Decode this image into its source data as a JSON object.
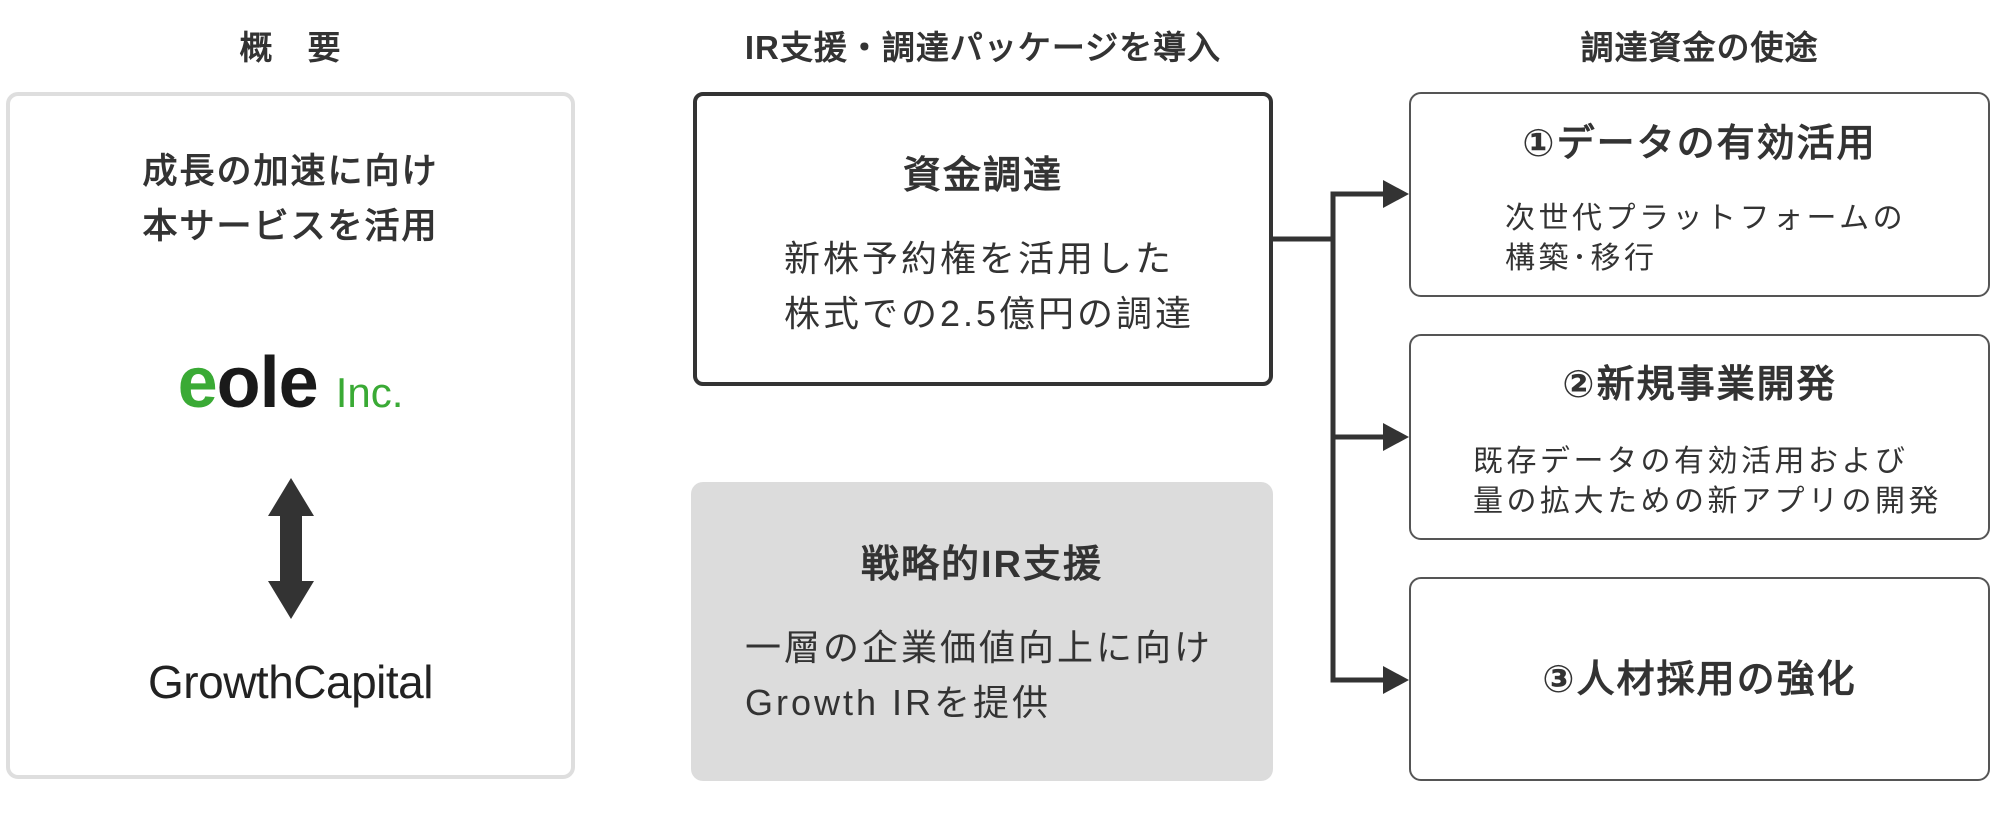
{
  "colors": {
    "text": "#333333",
    "connector": "#333333",
    "overview_border": "#dedede",
    "funding_border": "#333333",
    "ir_support_fill": "#dcdcdc",
    "use_box_border": "#555555",
    "logo_green": "#3aaa35",
    "logo_dark": "#1a1a1a"
  },
  "columns": {
    "overview_header": "概　要",
    "package_header": "IR支援・調達パッケージを導入",
    "uses_header": "調達資金の使途"
  },
  "overview": {
    "lead_lines": [
      "成長の加速に向け",
      "本サービスを活用"
    ],
    "company_logo": {
      "name": "eole",
      "suffix": "Inc."
    },
    "link_icon": "double-arrow-vertical-icon",
    "partner_name": "GrowthCapital"
  },
  "package": {
    "funding": {
      "title": "資金調達",
      "lines": [
        "新株予約権を活用した",
        "株式での2.5億円の調達"
      ]
    },
    "ir_support": {
      "title": "戦略的IR支援",
      "lines": [
        "一層の企業価値向上に向け",
        "Growth IRを提供"
      ]
    }
  },
  "connector": {
    "icon": "branching-arrow-icon"
  },
  "uses": [
    {
      "title": "①データの有効活用",
      "lines": [
        "次世代プラットフォームの",
        "構築･移行"
      ]
    },
    {
      "title": "②新規事業開発",
      "lines": [
        "既存データの有効活用および",
        "量の拡大ための新アプリの開発"
      ]
    },
    {
      "title": "③人材採用の強化"
    }
  ]
}
